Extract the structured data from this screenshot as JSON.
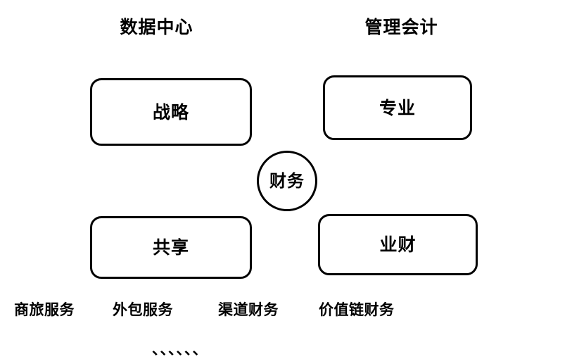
{
  "diagram": {
    "columns": [
      {
        "title": "数据中心"
      },
      {
        "title": "管理会计"
      }
    ],
    "boxes": [
      {
        "label": "战略"
      },
      {
        "label": "专业"
      },
      {
        "label": "共享"
      },
      {
        "label": "业财"
      }
    ],
    "center": {
      "label": "财务"
    },
    "footnotes": [
      {
        "label": "商旅服务"
      },
      {
        "label": "外包服务"
      },
      {
        "label": "渠道财务"
      },
      {
        "label": "价值链财务"
      }
    ],
    "tick_marks": "、、、、、、",
    "colors": {
      "stroke": "#000000",
      "fill": "#ffffff",
      "text": "#000000"
    }
  }
}
